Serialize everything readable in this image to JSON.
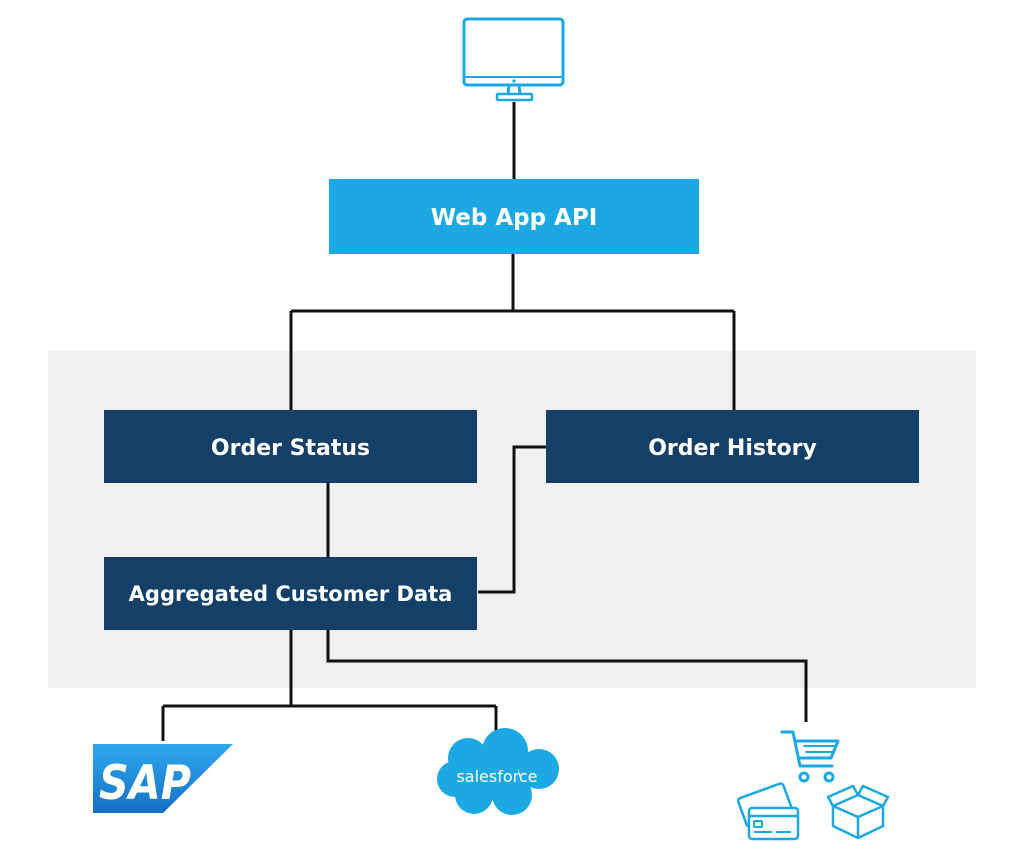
{
  "nodes": {
    "web_app_api": {
      "label": "Web App API"
    },
    "order_status": {
      "label": "Order Status"
    },
    "order_history": {
      "label": "Order History"
    },
    "aggregated_customer_data": {
      "label": "Aggregated Customer Data"
    }
  },
  "logos": {
    "sap": {
      "text": "SAP"
    },
    "salesforce": {
      "text": "salesforce"
    }
  },
  "icons": {
    "client": "desktop-monitor-icon",
    "ecommerce": [
      "shopping-cart-icon",
      "credit-card-icon",
      "package-box-icon"
    ]
  },
  "colors": {
    "api_box": "#1BA8E3",
    "service_box": "#143F66",
    "panel": "#F0F0F0",
    "connector": "#111111",
    "sap_blue": "#1F8AD1",
    "salesforce_blue": "#1BA8E3",
    "icon_blue": "#1BA8E3"
  }
}
